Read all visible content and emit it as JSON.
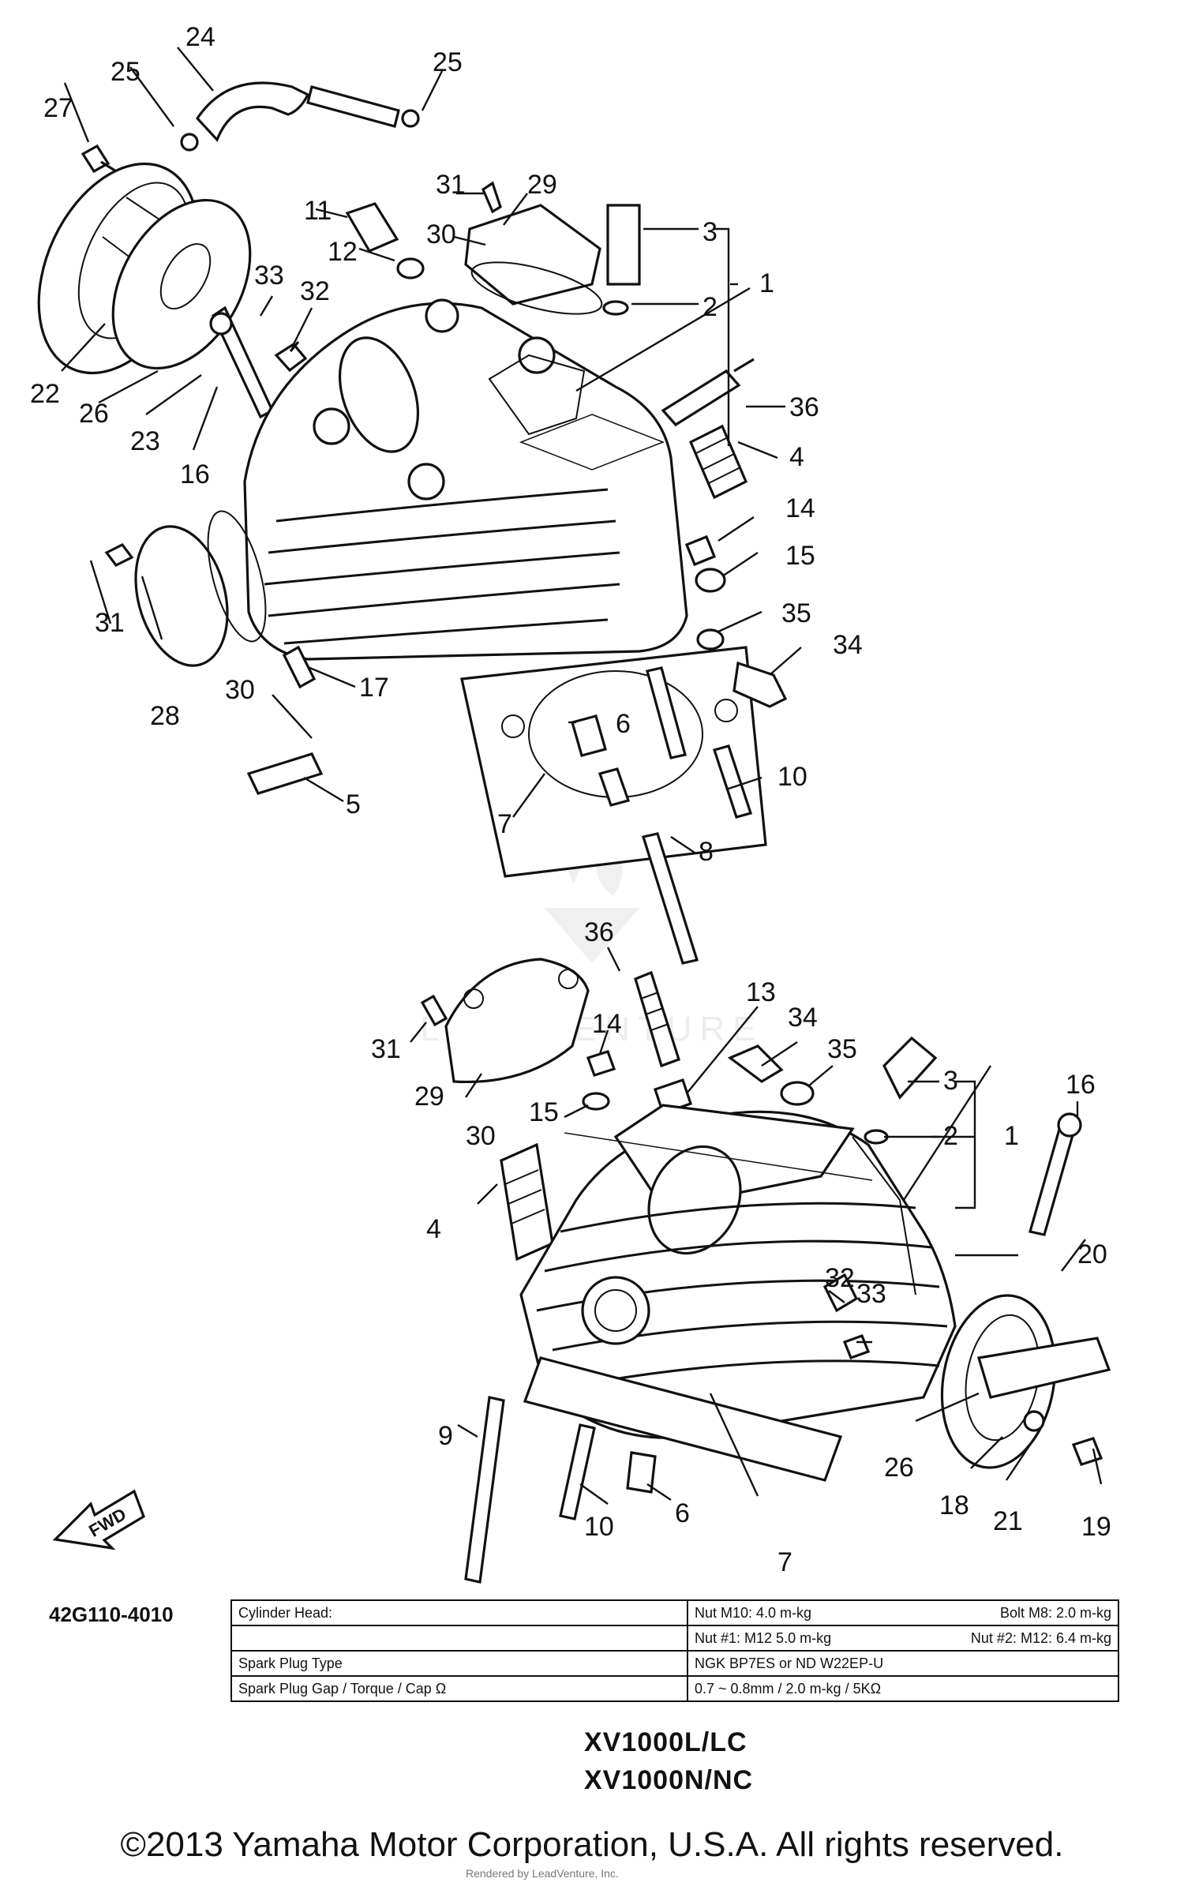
{
  "diagram": {
    "code": "42G110-4010",
    "callouts_upper": [
      "24",
      "25",
      "25",
      "27",
      "31",
      "29",
      "11",
      "12",
      "30",
      "3",
      "2",
      "1",
      "33",
      "32",
      "22",
      "26",
      "23",
      "16",
      "36",
      "4",
      "14",
      "15",
      "31",
      "30",
      "28",
      "35",
      "34",
      "17",
      "6",
      "10",
      "5",
      "7",
      "8"
    ],
    "callouts_lower": [
      "36",
      "13",
      "34",
      "35",
      "3",
      "16",
      "31",
      "14",
      "29",
      "15",
      "30",
      "2",
      "1",
      "4",
      "20",
      "32",
      "33",
      "9",
      "26",
      "18",
      "21",
      "6",
      "10",
      "19",
      "7"
    ],
    "watermark": "LEADVENTURE",
    "fwd_label": "FWD"
  },
  "spec_table": {
    "rows": [
      {
        "label": "Cylinder Head:",
        "value": "Nut M10: 4.0 m-kg",
        "value2": "Bolt M8: 2.0 m-kg"
      },
      {
        "label": "",
        "value": "Nut #1: M12  5.0 m-kg",
        "value2": "Nut #2: M12: 6.4 m-kg"
      },
      {
        "label": "Spark Plug Type",
        "value": "NGK BP7ES or ND W22EP-U",
        "value2": ""
      },
      {
        "label": "Spark Plug Gap / Torque / Cap Ω",
        "value": "0.7 ~ 0.8mm / 2.0 m-kg / 5KΩ",
        "value2": ""
      }
    ]
  },
  "models": [
    "XV1000L/LC",
    "XV1000N/NC"
  ],
  "copyright": "©2013 Yamaha Motor Corporation, U.S.A. All rights reserved.",
  "render_note": "Rendered by LeadVenture, Inc."
}
